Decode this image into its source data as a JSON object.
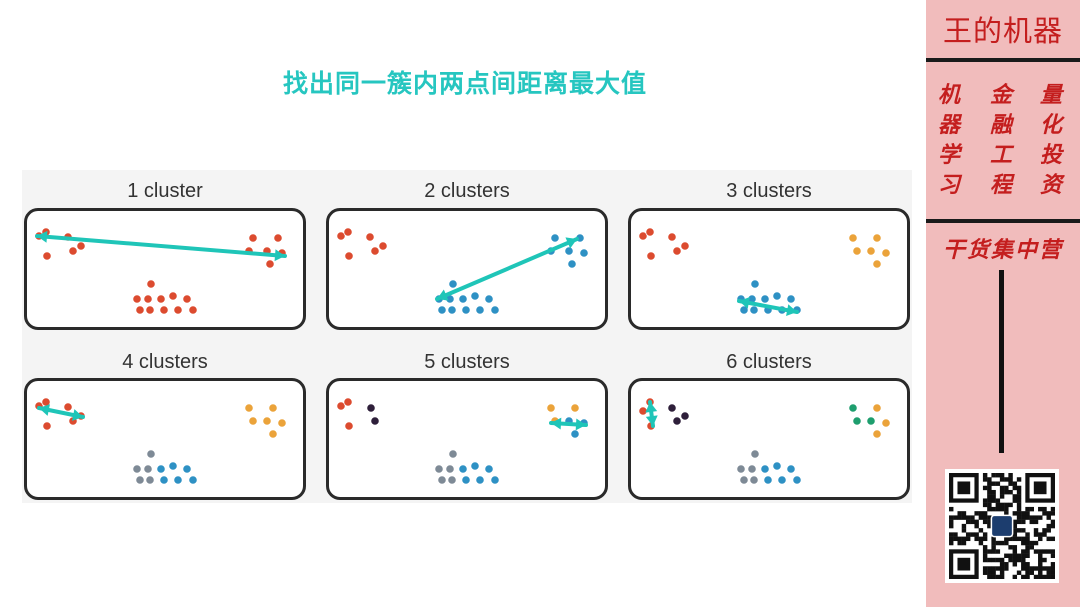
{
  "title": "找出同一簇内两点间距离最大值",
  "panels": [
    {
      "label": "1 cluster"
    },
    {
      "label": "2 clusters"
    },
    {
      "label": "3 clusters"
    },
    {
      "label": "4 clusters"
    },
    {
      "label": "5 clusters"
    },
    {
      "label": "6 clusters"
    }
  ],
  "colors": {
    "title": "#26c6c0",
    "line": "#1fc5b8",
    "red": "#dc4b2f",
    "blue": "#2e91c4",
    "orange": "#eba33a",
    "gray": "#7e8a96",
    "dark": "#2e1f3a",
    "green": "#1e9e6e",
    "sidebar_bg": "#f1bcbc",
    "sidebar_text": "#c41e1e"
  },
  "sidebar": {
    "brand": "王的机器",
    "columns": [
      [
        "机",
        "器",
        "学",
        "习"
      ],
      [
        "金",
        "融",
        "工",
        "程"
      ],
      [
        "量",
        "化",
        "投",
        "资"
      ]
    ],
    "slogan": "干货集中营"
  }
}
